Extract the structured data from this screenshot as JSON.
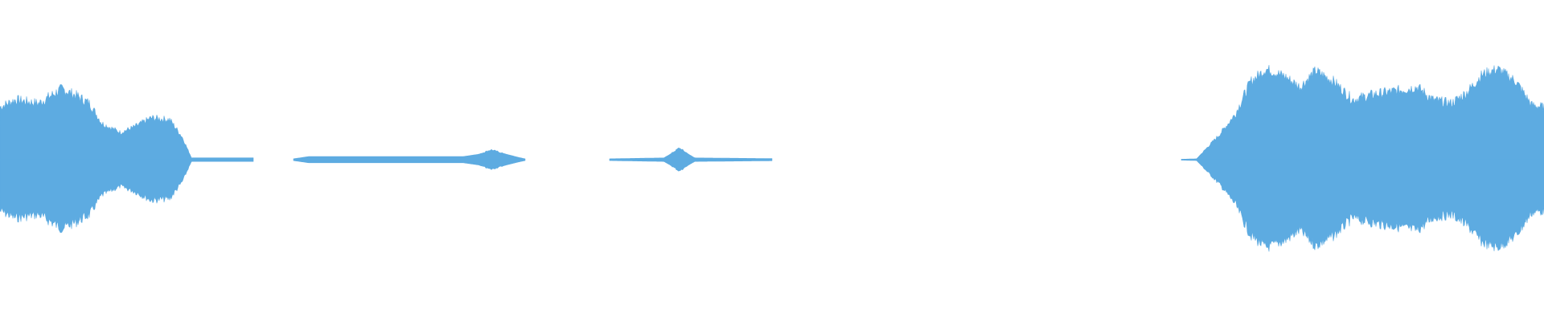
{
  "waveform": {
    "color": "#5dabe1",
    "background": "#ffffff",
    "segments": [
      {
        "name": "burst-1",
        "start": 0.0,
        "end": 0.164,
        "env": [
          [
            0.0,
            0.58
          ],
          [
            0.01,
            0.66
          ],
          [
            0.025,
            0.62
          ],
          [
            0.04,
            0.78
          ],
          [
            0.05,
            0.7
          ],
          [
            0.058,
            0.62
          ],
          [
            0.066,
            0.4
          ],
          [
            0.078,
            0.3
          ],
          [
            0.087,
            0.36
          ],
          [
            0.098,
            0.46
          ],
          [
            0.11,
            0.44
          ],
          [
            0.118,
            0.25
          ],
          [
            0.124,
            0.02
          ],
          [
            0.164,
            0.02
          ]
        ]
      },
      {
        "name": "murmur-1",
        "start": 0.19,
        "end": 0.34,
        "env": [
          [
            0.19,
            0.01
          ],
          [
            0.2,
            0.035
          ],
          [
            0.3,
            0.035
          ],
          [
            0.31,
            0.06
          ],
          [
            0.318,
            0.11
          ],
          [
            0.328,
            0.06
          ],
          [
            0.336,
            0.025
          ],
          [
            0.34,
            0.01
          ]
        ]
      },
      {
        "name": "murmur-2",
        "start": 0.395,
        "end": 0.5,
        "env": [
          [
            0.395,
            0.01
          ],
          [
            0.43,
            0.02
          ],
          [
            0.434,
            0.06
          ],
          [
            0.44,
            0.13
          ],
          [
            0.446,
            0.06
          ],
          [
            0.45,
            0.02
          ],
          [
            0.5,
            0.012
          ]
        ]
      },
      {
        "name": "burst-2",
        "start": 0.765,
        "end": 1.0,
        "env": [
          [
            0.765,
            0.005
          ],
          [
            0.775,
            0.01
          ],
          [
            0.79,
            0.28
          ],
          [
            0.8,
            0.5
          ],
          [
            0.81,
            0.86
          ],
          [
            0.82,
            1.0
          ],
          [
            0.832,
            0.92
          ],
          [
            0.842,
            0.8
          ],
          [
            0.852,
            0.98
          ],
          [
            0.864,
            0.86
          ],
          [
            0.876,
            0.66
          ],
          [
            0.89,
            0.72
          ],
          [
            0.905,
            0.76
          ],
          [
            0.918,
            0.8
          ],
          [
            0.928,
            0.66
          ],
          [
            0.94,
            0.62
          ],
          [
            0.95,
            0.74
          ],
          [
            0.96,
            0.94
          ],
          [
            0.97,
            1.0
          ],
          [
            0.982,
            0.86
          ],
          [
            0.992,
            0.6
          ],
          [
            1.0,
            0.58
          ]
        ]
      }
    ]
  }
}
